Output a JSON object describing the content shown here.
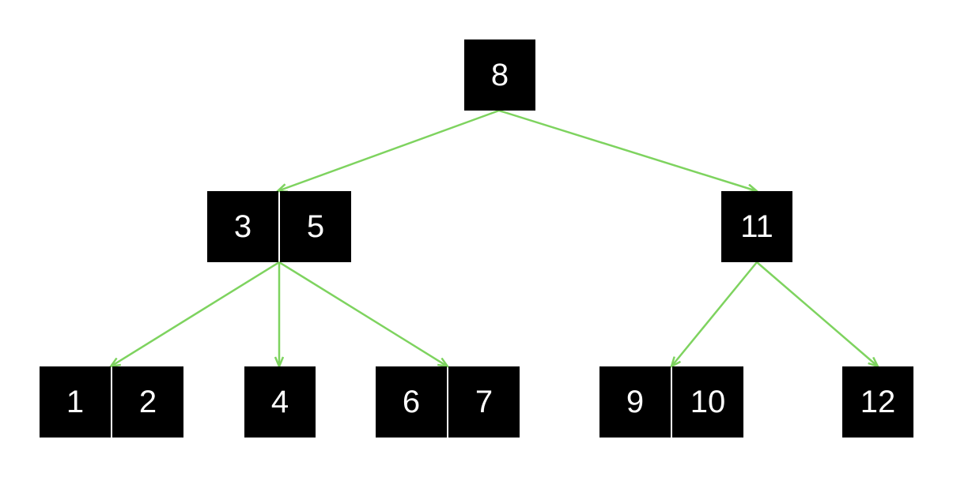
{
  "colors": {
    "background": "#ffffff",
    "node_fill": "#000000",
    "node_text": "#ffffff",
    "edge": "#7ed35f"
  },
  "tree": {
    "root": {
      "keys": [
        "8"
      ]
    },
    "level1": [
      {
        "keys": [
          "3",
          "5"
        ]
      },
      {
        "keys": [
          "11"
        ]
      }
    ],
    "level2": [
      {
        "keys": [
          "1",
          "2"
        ]
      },
      {
        "keys": [
          "4"
        ]
      },
      {
        "keys": [
          "6",
          "7"
        ]
      },
      {
        "keys": [
          "9",
          "10"
        ]
      },
      {
        "keys": [
          "12"
        ]
      }
    ]
  }
}
